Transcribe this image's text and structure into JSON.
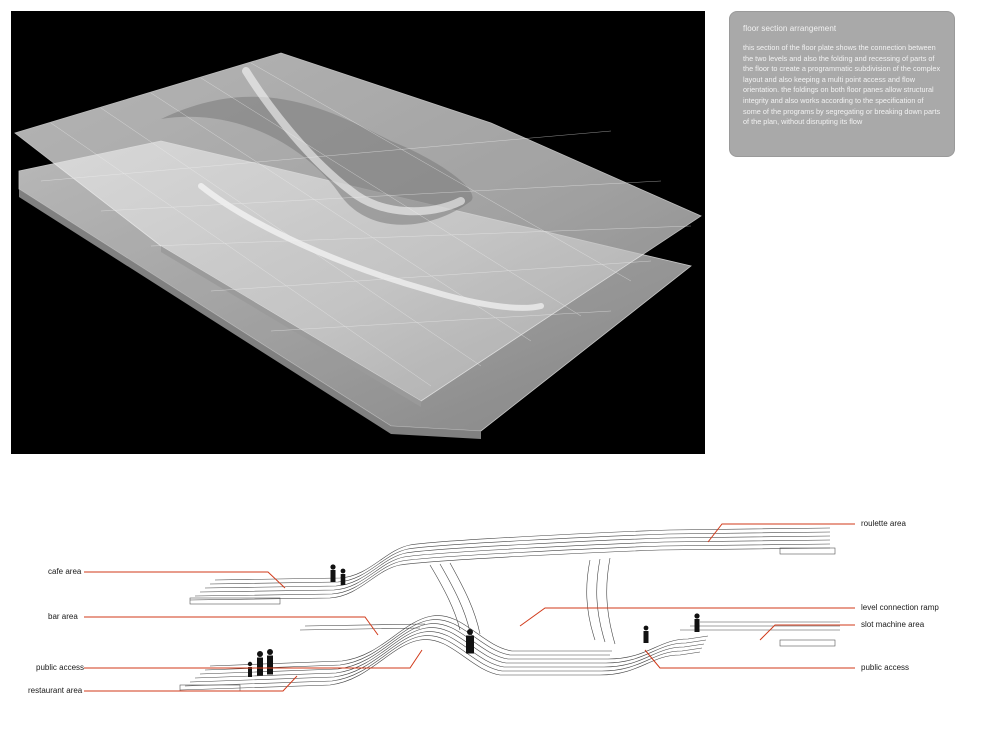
{
  "info": {
    "title": "floor section arrangement",
    "body": "this section of the floor plate shows the connection between the two levels and also the folding and recessing of parts of the floor to create a programmatic subdivision of the complex layout and also keeping a multi point access and flow orientation. the foldings on both floor panes allow structural integrity and also works according to the specification of some of the programs by segregating or breaking down parts of the plan, without disrupting its flow"
  },
  "labels": {
    "roulette_area": "roulette area",
    "cafe_area": "cafe area",
    "bar_area": "bar area",
    "level_connection_ramp": "level connection ramp",
    "slot_machine_area": "slot machine area",
    "public_access_left": "public access",
    "public_access_right": "public access",
    "restaurant_area": "restaurant area"
  },
  "colors": {
    "leader": "#d13a1a",
    "panel": "#000000",
    "info_box": "#a9a9a9",
    "plate": "#c9c9c9"
  }
}
